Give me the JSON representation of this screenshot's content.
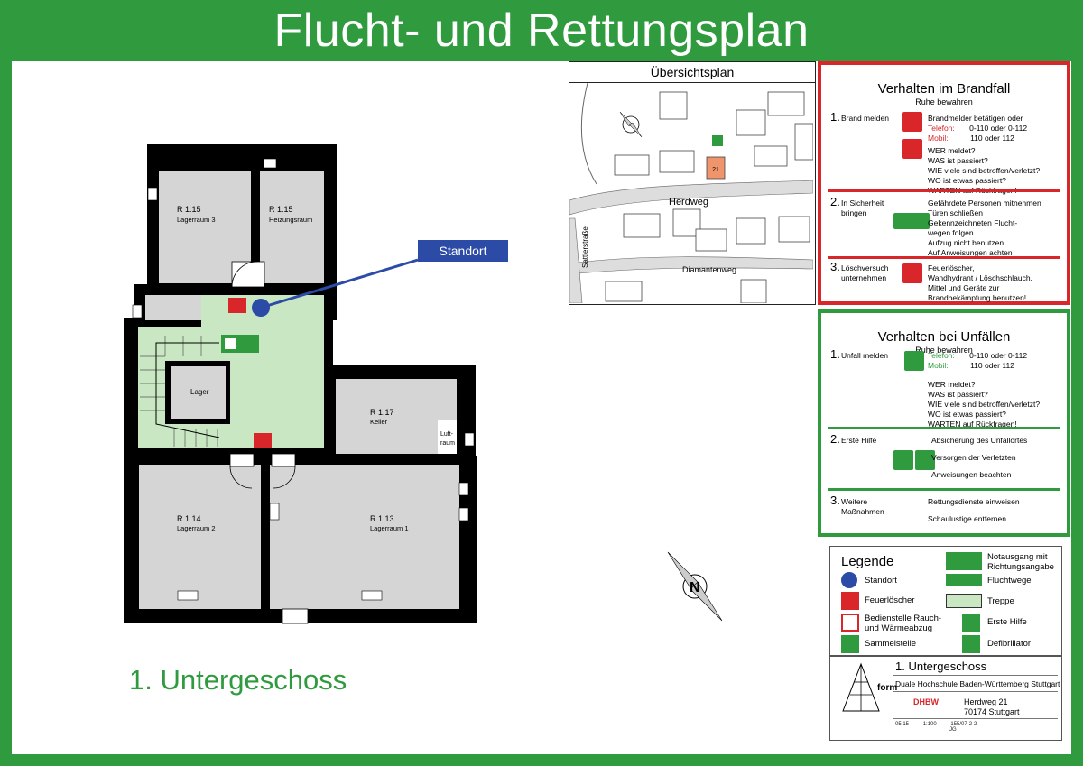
{
  "header": {
    "title": "Flucht- und Rettungsplan"
  },
  "floor_label": "1. Untergeschoss",
  "plan": {
    "standort_callout": "Standort",
    "rooms": [
      {
        "code": "R 1.15",
        "name": "Lagerraum 3"
      },
      {
        "code": "R 1.15",
        "name": "Heizungsraum"
      },
      {
        "code": "",
        "name": "Lager"
      },
      {
        "code": "R 1.17",
        "name": "Keller"
      },
      {
        "code": "",
        "name": "Luft-\nraum"
      },
      {
        "code": "R 1.14",
        "name": "Lagerraum 2"
      },
      {
        "code": "R 1.13",
        "name": "Lagerraum 1"
      }
    ],
    "colors": {
      "escape": "#c9e7c2",
      "wall": "#000000",
      "room": "#d5d5d5",
      "marker": "#2b4ba6"
    }
  },
  "overview": {
    "title": "Übersichtsplan",
    "streets": [
      "Herdweg",
      "Diamantenweg",
      "Sattlerstraße"
    ],
    "building_number": "21"
  },
  "fire": {
    "title": "Verhalten im Brandfall",
    "subtitle": "Ruhe bewahren",
    "sections": [
      {
        "num": "1.",
        "label": "Brand melden",
        "lines": [
          "Brandmelder betätigen oder"
        ],
        "phone_label": "Telefon:",
        "phone": "0-110 oder 0-112",
        "mobile_label": "Mobil:",
        "mobile": "110 oder 112",
        "questions": [
          "WER meldet?",
          "WAS ist passiert?",
          "WIE viele sind betroffen/verletzt?",
          "WO ist etwas passiert?",
          "WARTEN auf Rückfragen!"
        ]
      },
      {
        "num": "2.",
        "label": "In Sicherheit bringen",
        "lines": [
          "Gefährdete Personen mitnehmen",
          "Türen schließen",
          "Gekennzeichneten Flucht-",
          "wegen folgen",
          "Aufzug nicht benutzen",
          "Auf Anweisungen achten"
        ]
      },
      {
        "num": "3.",
        "label": "Löschversuch unternehmen",
        "lines": [
          "Feuerlöscher,",
          "Wandhydrant / Löschschlauch,",
          "Mittel und Geräte zur",
          "Brandbekämpfung benutzen!"
        ]
      }
    ]
  },
  "accident": {
    "title": "Verhalten bei Unfällen",
    "subtitle": "Ruhe bewahren",
    "sections": [
      {
        "num": "1.",
        "label": "Unfall melden",
        "phone_label": "Telefon:",
        "phone": "0-110 oder 0-112",
        "mobile_label": "Mobil:",
        "mobile": "110 oder 112",
        "questions": [
          "WER meldet?",
          "WAS ist passiert?",
          "WIE viele sind betroffen/verletzt?",
          "WO ist etwas passiert?",
          "WARTEN auf Rückfragen!"
        ]
      },
      {
        "num": "2.",
        "label": "Erste Hilfe",
        "lines": [
          "Absicherung des Unfallortes",
          "Versorgen der Verletzten",
          "Anweisungen beachten"
        ]
      },
      {
        "num": "3.",
        "label": "Weitere Maßnahmen",
        "lines": [
          "Rettungsdienste einweisen",
          "Schaulustige entfernen"
        ]
      }
    ]
  },
  "legend": {
    "title": "Legende",
    "items": [
      {
        "icon": "standort-icon",
        "label": "Standort"
      },
      {
        "icon": "feuerloescher-icon",
        "label": "Feuerlöscher"
      },
      {
        "icon": "rauchabzug-icon",
        "label": "Bedienstelle Rauch-\nund Wärmeabzug"
      },
      {
        "icon": "sammelstelle-icon",
        "label": "Sammelstelle"
      },
      {
        "icon": "notausgang-icon",
        "label": "Notausgang mit\nRichtungsangabe"
      },
      {
        "icon": "fluchtweg-icon",
        "label": "Fluchtwege"
      },
      {
        "icon": "treppe-icon",
        "label": "Treppe"
      },
      {
        "icon": "erste-hilfe-icon",
        "label": "Erste Hilfe"
      },
      {
        "icon": "defibrillator-icon",
        "label": "Defibrillator"
      }
    ]
  },
  "title_block": {
    "floor": "1. Untergeschoss",
    "org": "Duale Hochschule Baden-Württemberg Stuttgart",
    "logo_text": "form",
    "brand": "DHBW",
    "address_line1": "Herdweg 21",
    "address_line2": "70174 Stuttgart",
    "meta": [
      "05.15",
      "1:100",
      "155/07-2-2",
      "JG"
    ]
  },
  "colors": {
    "green": "#2f9a3e",
    "red": "#d9262b",
    "blue": "#2b4ba6"
  }
}
